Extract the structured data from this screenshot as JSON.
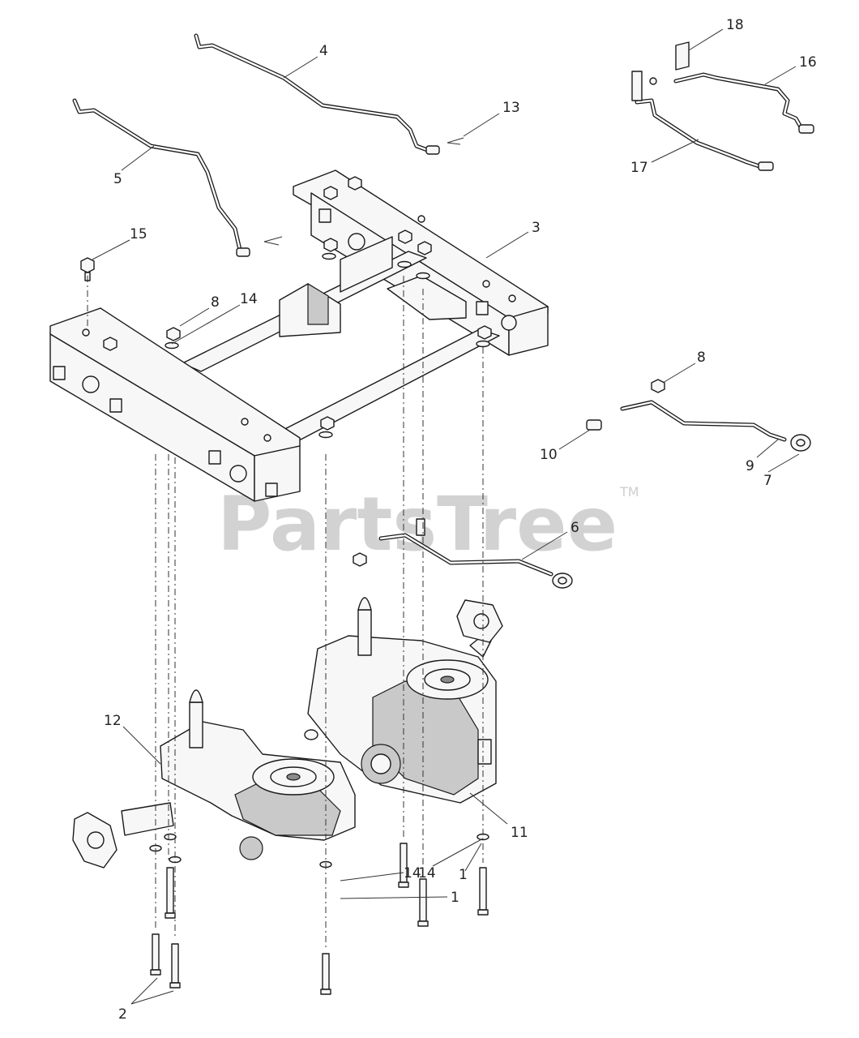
{
  "watermark": {
    "brand": "PartsTree",
    "trademark": "TM"
  },
  "callouts": {
    "c1": "1",
    "c1b": "1",
    "c2": "2",
    "c3": "3",
    "c4": "4",
    "c5": "5",
    "c6": "6",
    "c7": "7",
    "c8a": "8",
    "c8b": "8",
    "c9": "9",
    "c10": "10",
    "c11": "11",
    "c12": "12",
    "c13": "13",
    "c14a": "14",
    "c14b": "14",
    "c14c": "14",
    "c15": "15",
    "c16": "16",
    "c17": "17",
    "c18": "18"
  }
}
